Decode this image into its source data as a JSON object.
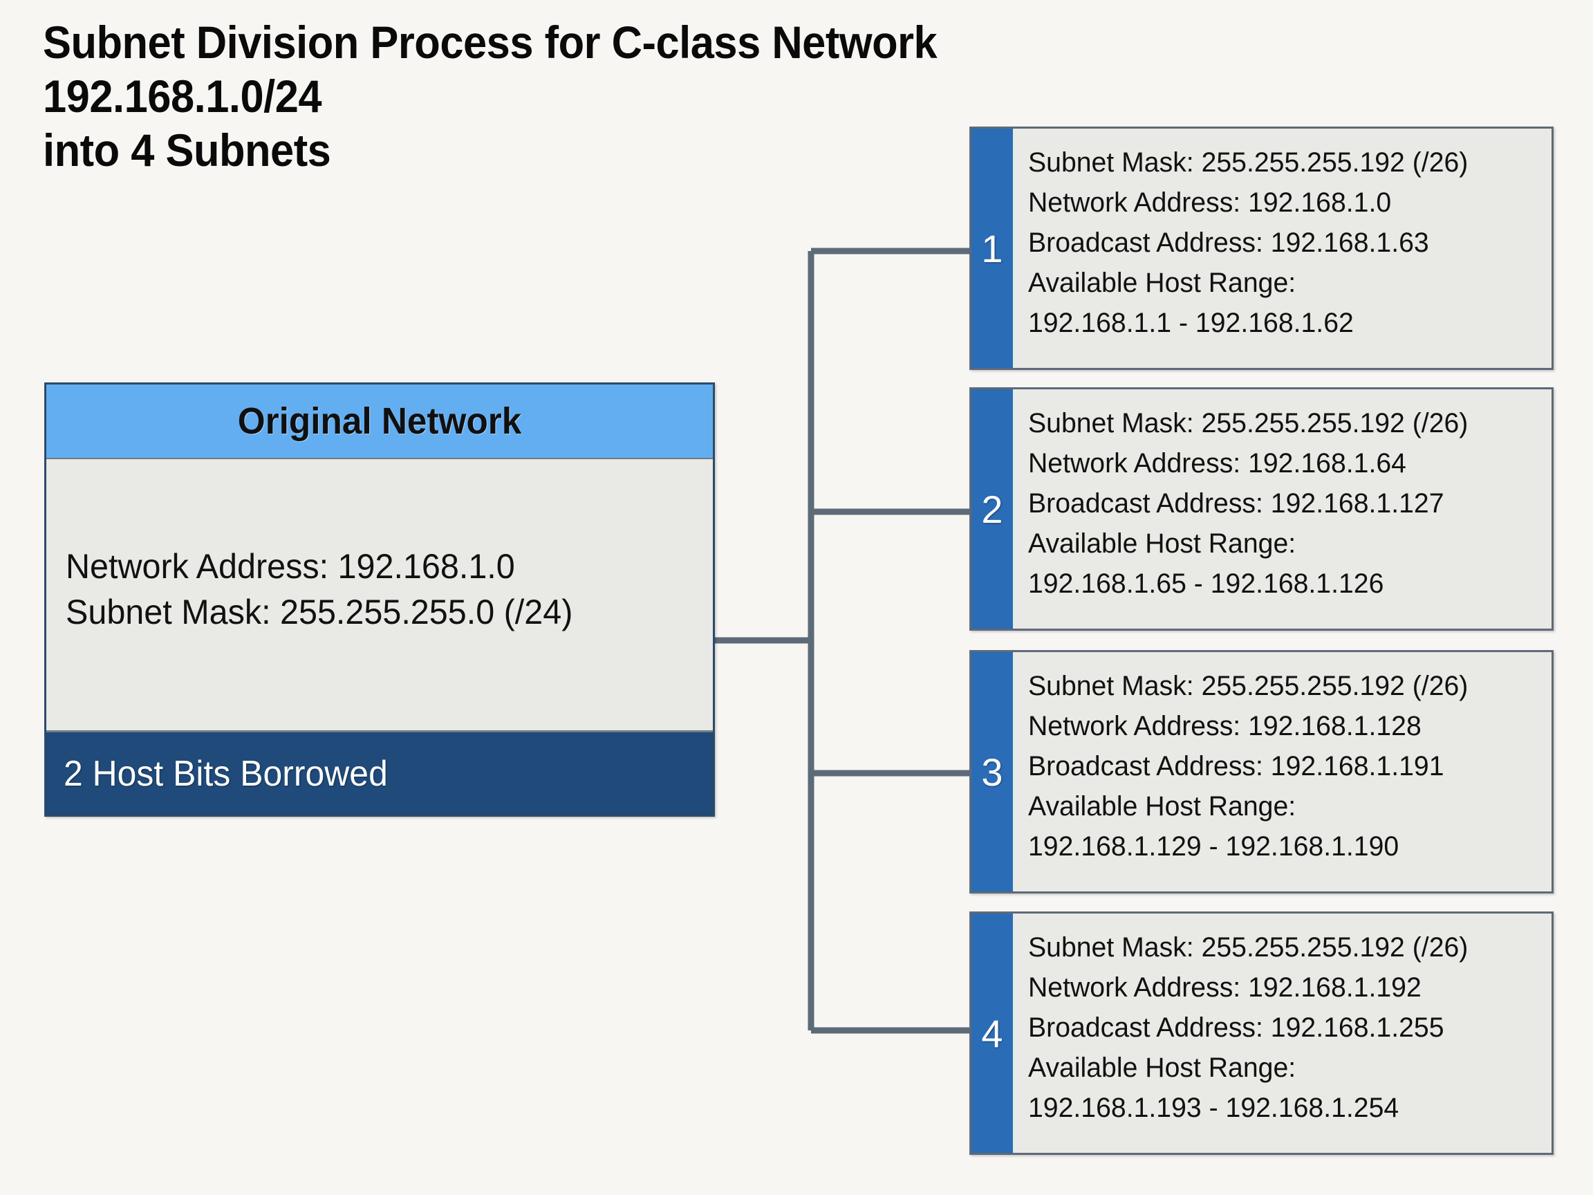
{
  "title": {
    "line1": "Subnet Division Process for C-class Network",
    "line2": "192.168.1.0/24",
    "line3": "into 4 Subnets"
  },
  "colors": {
    "page_background": "#f7f6f3",
    "original_header_blue": "#63aef0",
    "original_footer_blue": "#1f4a79",
    "subnet_index_blue": "#2a6cb6",
    "panel_gray": "#e9e9e5",
    "connector_gray": "#5d6a78",
    "text_dark": "#111111",
    "text_light": "#ffffff"
  },
  "original_network": {
    "header": "Original Network",
    "network_address": "Network Address: 192.168.1.0",
    "subnet_mask": "Subnet Mask: 255.255.255.0 (/24)",
    "footer": "2 Host Bits Borrowed"
  },
  "subnets": [
    {
      "index": "1",
      "subnet_mask": "Subnet Mask: 255.255.255.192 (/26)",
      "network_address": "Network Address: 192.168.1.0",
      "broadcast_address": "Broadcast Address: 192.168.1.63",
      "host_range_label": "Available Host Range:",
      "host_range_value": "192.168.1.1 - 192.168.1.62"
    },
    {
      "index": "2",
      "subnet_mask": "Subnet Mask: 255.255.255.192 (/26)",
      "network_address": "Network Address: 192.168.1.64",
      "broadcast_address": "Broadcast Address: 192.168.1.127",
      "host_range_label": "Available Host Range:",
      "host_range_value": "192.168.1.65 - 192.168.1.126"
    },
    {
      "index": "3",
      "subnet_mask": "Subnet Mask: 255.255.255.192 (/26)",
      "network_address": "Network Address: 192.168.1.128",
      "broadcast_address": "Broadcast Address: 192.168.1.191",
      "host_range_label": "Available Host Range:",
      "host_range_value": "192.168.1.129 - 192.168.1.190"
    },
    {
      "index": "4",
      "subnet_mask": "Subnet Mask: 255.255.255.192 (/26)",
      "network_address": "Network Address: 192.168.1.192",
      "broadcast_address": "Broadcast Address: 192.168.1.255",
      "host_range_label": "Available Host Range:",
      "host_range_value": "192.168.1.193 - 192.168.1.254"
    }
  ]
}
